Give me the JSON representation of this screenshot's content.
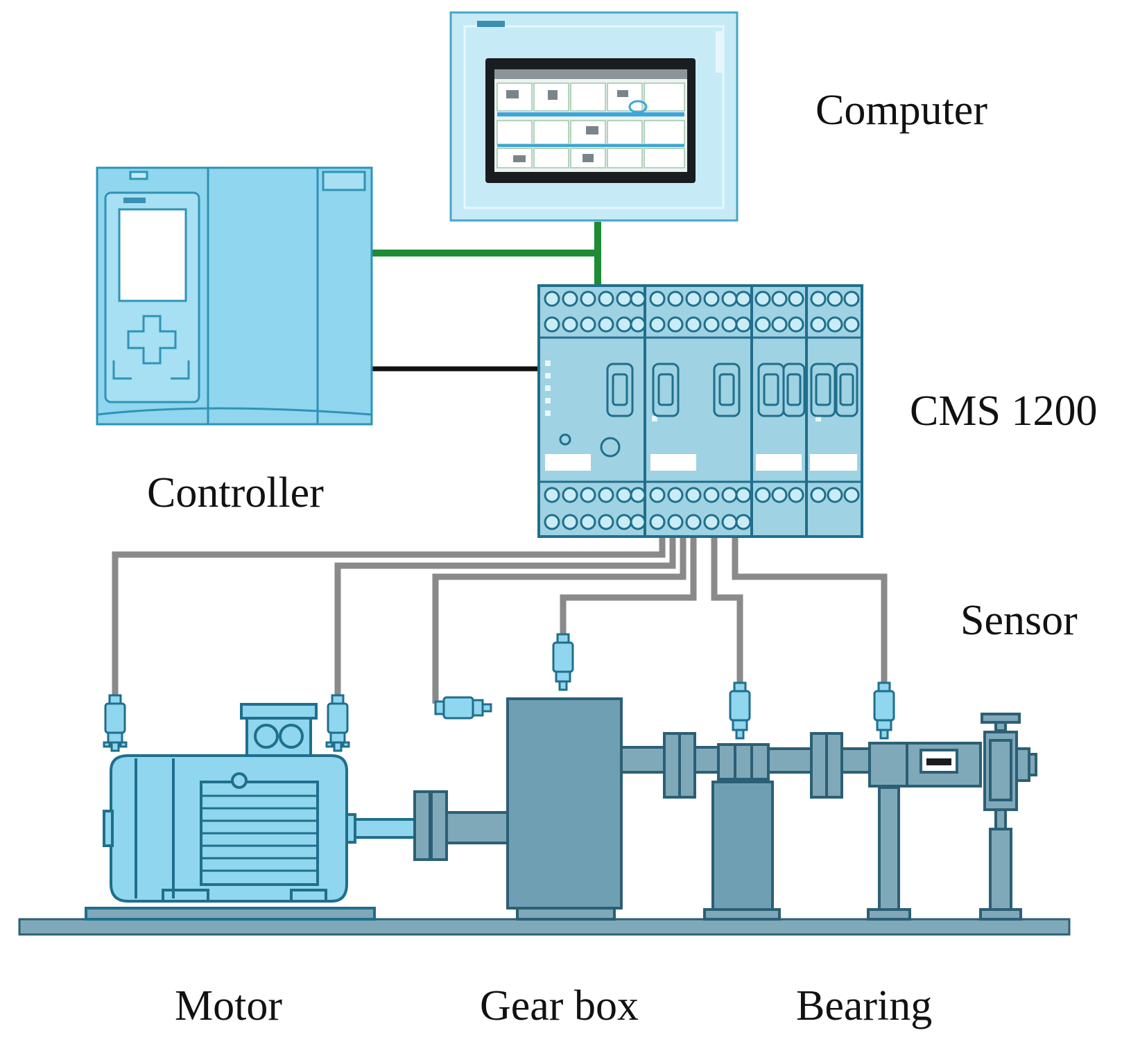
{
  "labels": {
    "computer": "Computer",
    "controller": "Controller",
    "cms": "CMS 1200",
    "sensor": "Sensor",
    "motor": "Motor",
    "gearbox": "Gear box",
    "bearing": "Bearing"
  },
  "colors": {
    "device_fill": "#8fd6ee",
    "device_stroke": "#2f93b7",
    "machine_fill": "#6f9fb2",
    "machine_stroke": "#2c5f75",
    "ethernet_cable": "#1e8b35",
    "controller_cable": "#111111",
    "sensor_cable": "#8a8a8a"
  },
  "icons": [
    "computer-touch-panel-icon",
    "plc-controller-icon",
    "cms-1200-module-icon",
    "vibration-sensor-icon",
    "electric-motor-icon",
    "gearbox-icon",
    "bearing-shaft-icon"
  ]
}
